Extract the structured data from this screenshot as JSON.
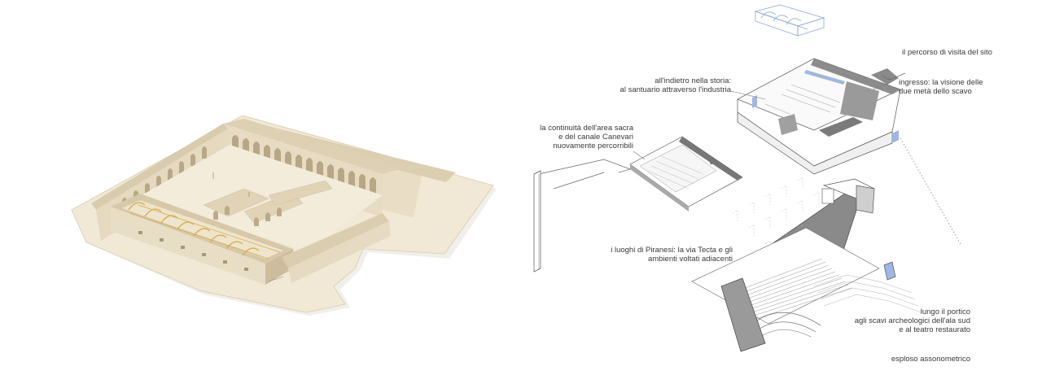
{
  "labels": {
    "percorso": [
      "il percorso di visita del sito"
    ],
    "indietro": [
      "all'indietro nella storia:",
      "al santuario attraverso l'industria"
    ],
    "ingresso": [
      "ingresso: la visione delle",
      "due metà dello scavo"
    ],
    "continuita": [
      "la continuità dell'area sacra",
      "e del canale Canevari",
      "nuovamente percorribili"
    ],
    "piranesi": [
      "i luoghi di Piranesi: la via Tecta e gli",
      "ambienti voltati adiacenti"
    ],
    "portico": [
      "lungo il portico",
      "agli scavi archeologici dell'ala sud",
      "e al teatro restaurato"
    ],
    "esploso": [
      "esploso assonometrico"
    ]
  },
  "colors": {
    "model_light": "#efe6d2",
    "model_mid": "#e3d7bd",
    "model_shadow": "#cbbd9f",
    "model_dark": "#a8987a",
    "vault_gold": "#d7b35a",
    "line": "#555555",
    "hatch": "#808080",
    "blue_accent": "#7f9fd6"
  }
}
